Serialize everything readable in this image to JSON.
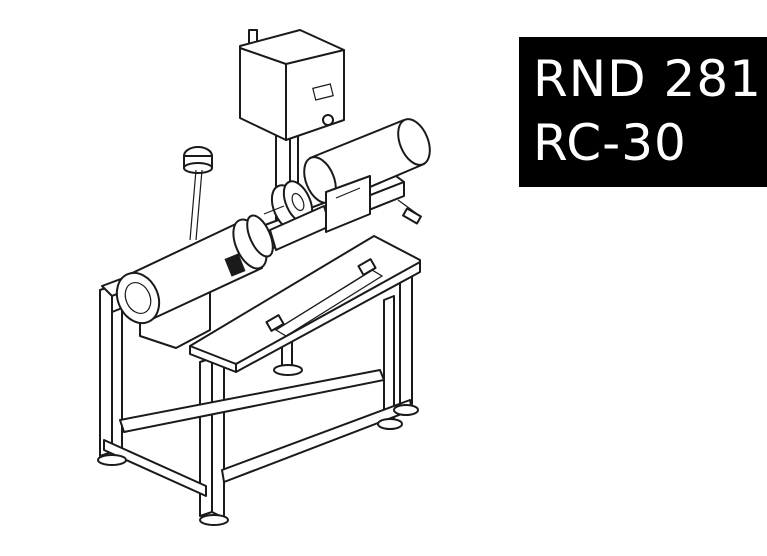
{
  "label": {
    "line1": "RND 281",
    "line2": "RC-30"
  },
  "colors": {
    "label_background": "#000000",
    "label_text": "#ffffff",
    "line_art": "#1a1a1a",
    "page_background": "#ffffff"
  },
  "illustration": {
    "kind": "line-drawing",
    "icon": "pipe-welding-machine-icon"
  }
}
